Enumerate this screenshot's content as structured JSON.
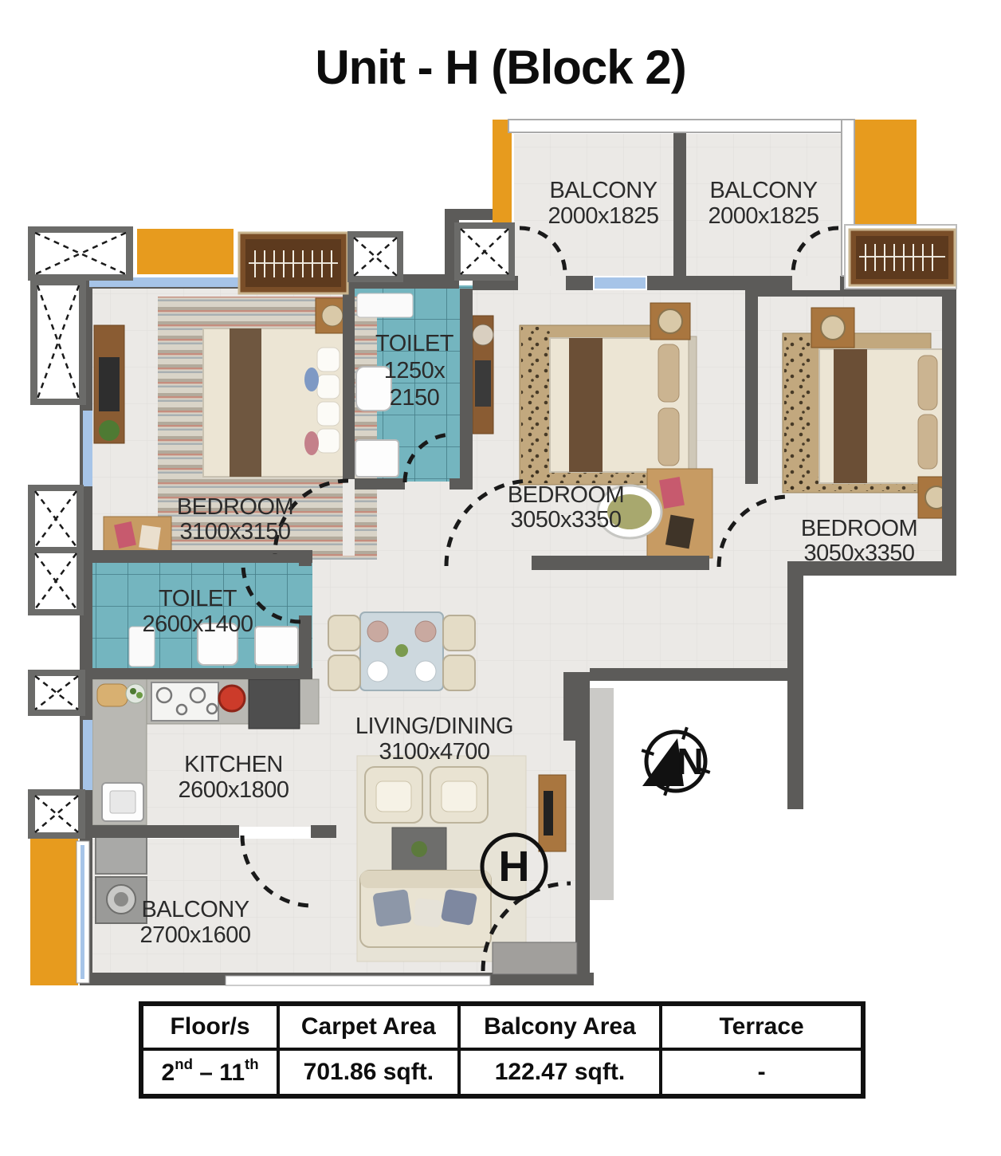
{
  "title": "Unit - H (Block 2)",
  "plan": {
    "labels": {
      "balcony_top_left": {
        "name": "BALCONY",
        "dims": "2000x1825"
      },
      "balcony_top_right": {
        "name": "BALCONY",
        "dims": "2000x1825"
      },
      "toilet_top": {
        "name": "TOILET",
        "dims_a": "1250x",
        "dims_b": "2150"
      },
      "bedroom_left": {
        "name": "BEDROOM",
        "dims": "3100x3150"
      },
      "bedroom_mid": {
        "name": "BEDROOM",
        "dims": "3050x3350"
      },
      "bedroom_right": {
        "name": "BEDROOM",
        "dims": "3050x3350"
      },
      "toilet_left": {
        "name": "TOILET",
        "dims": "2600x1400"
      },
      "kitchen": {
        "name": "KITCHEN",
        "dims": "2600x1800"
      },
      "living_dining": {
        "name": "LIVING/DINING",
        "dims": "3100x4700"
      },
      "balcony_bottom": {
        "name": "BALCONY",
        "dims": "2700x1600"
      }
    },
    "north_label": "N",
    "unit_marker": "H"
  },
  "colors": {
    "wall": "#5c5b59",
    "floor": "#ebe9e6",
    "toilet_tile": "#74b5bf",
    "exterior_accent": "#e79b1e",
    "window_glass": "#a6c4e8",
    "wood": "#8a5c33"
  },
  "summary_table": {
    "headers": [
      "Floor/s",
      "Carpet Area",
      "Balcony Area",
      "Terrace"
    ],
    "row": {
      "floors": {
        "base1": "2",
        "sup1": "nd",
        "sep": " – ",
        "base2": "11",
        "sup2": "th"
      },
      "carpet_area": "701.86 sqft.",
      "balcony_area": "122.47 sqft.",
      "terrace": "-"
    }
  }
}
